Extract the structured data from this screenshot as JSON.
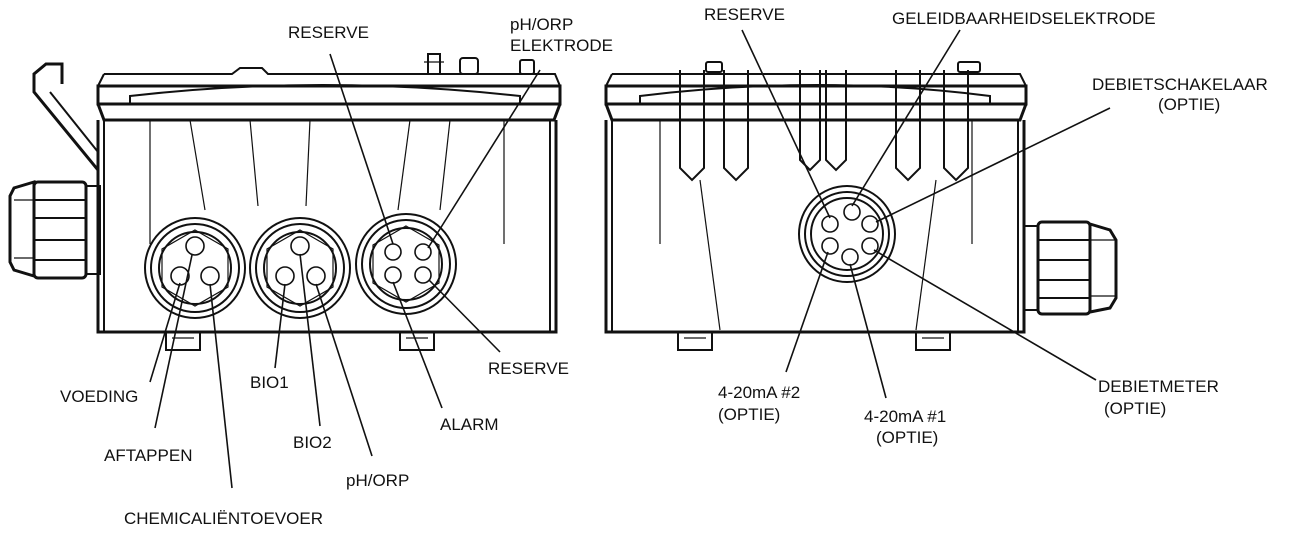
{
  "left_view": {
    "labels": {
      "reserve_top": "RESERVE",
      "ph_orp_electrode_1": "pH/ORP",
      "ph_orp_electrode_2": "ELEKTRODE",
      "voeding": "VOEDING",
      "aftappen": "AFTAPPEN",
      "chemicalien": "CHEMICALIËNTOEVOER",
      "bio1": "BIO1",
      "bio2": "BIO2",
      "ph_orp": "pH/ORP",
      "alarm": "ALARM",
      "reserve_bottom": "RESERVE"
    }
  },
  "right_view": {
    "labels": {
      "reserve": "RESERVE",
      "geleidbaarheid": "GELEIDBAARHEIDSELEKTRODE",
      "debietschakelaar_1": "DEBIETSCHAKELAAR",
      "debietschakelaar_2": "(OPTIE)",
      "ma2_1": "4-20mA #2",
      "ma2_2": "(OPTIE)",
      "ma1_1": "4-20mA #1",
      "ma1_2": "(OPTIE)",
      "debietmeter_1": "DEBIETMETER",
      "debietmeter_2": "(OPTIE)"
    }
  }
}
